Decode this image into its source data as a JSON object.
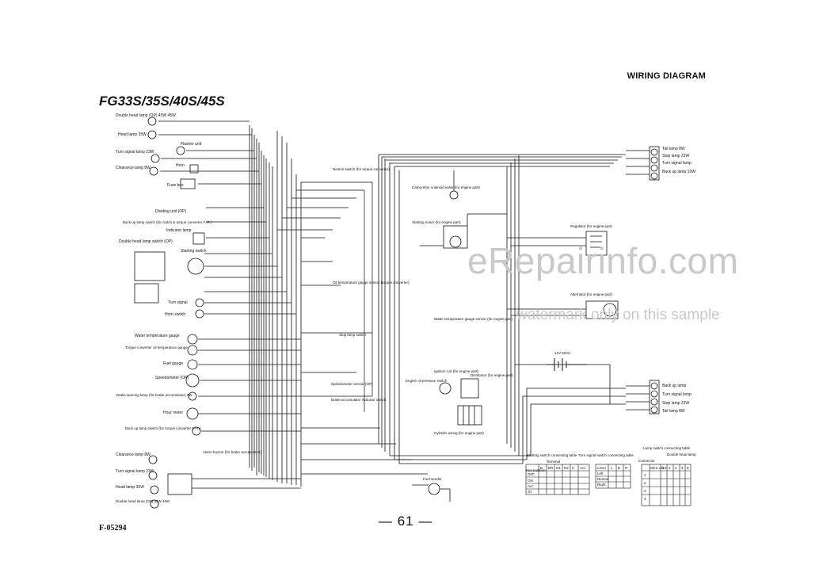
{
  "header": {
    "section_title": "WIRING DIAGRAM",
    "model_title": "FG33S/35S/40S/45S"
  },
  "footer": {
    "page_number": "— 61 —",
    "doc_code": "F-05294"
  },
  "watermark": {
    "main": "eRepairinfo.com",
    "sub": "watermark only on this sample"
  },
  "labels": {
    "double_head_lamp_top": "Double head lamp (OP) 45W 45W",
    "head_lamp_top": "Head lamp 35W",
    "flasher_unit": "Flasher unit",
    "turn_signal_lamp_top": "Turn signal lamp 23W",
    "clearance_lamp_top": "Clearance lamp 8W",
    "horn": "Horn",
    "fuse_box": "Fuse box",
    "dividing_unit": "Dividing unit (OP)",
    "back_up_lamp_switch_top": "Back up lamp switch (for clutch & torque converter F.-R.)",
    "indicator_lamp": "Indicator lamp",
    "double_head_lamp_switch": "Double head lamp switch (OP)",
    "starting_switch": "Starting switch",
    "turn_signal": "Turn signal",
    "horn_switch": "Horn switch",
    "water_temp_gauge": "Water temperature gauge",
    "torque_converter_oil_temp_gauge": "Torque converter oil temperature gauge",
    "fuel_gauge": "Fuel gauge",
    "speedometer": "Speedometer (OP)",
    "brake_warning_lamp": "Brake warning lamp (for brake accumulator) 3W",
    "hour_meter": "Hour meter",
    "back_up_lamp_switch_bottom": "Back up lamp switch (for torque converter F.-R.)",
    "alarm_buzzer": "Alarm buzzer (for brake accumulator)",
    "clearance_lamp_bottom": "Clearance lamp 8W",
    "turn_signal_lamp_bottom": "Turn signal lamp 23W",
    "head_lamp_bottom": "Head lamp 35W",
    "double_head_lamp_bottom": "Double head lamp (OP) 45W 45W",
    "neutral_switch": "Neutral switch (for torque converter)",
    "carburettor_solenoid": "Carburettor solenoid valve (for engine part)",
    "starting_motor": "Starting motor (for engine part)",
    "oil_temp_gauge_sensor": "Oil temperature gauge sensor (torque converter)",
    "stop_lamp_switch": "Stop lamp switch",
    "water_temp_gauge_sensor": "Water temperature gauge sensor (for engine part)",
    "ignition_coil": "Ignition coil (for engine part)",
    "distributor": "Distributor (for engine part)",
    "engine_oil_pressure_switch": "Engine oil pressure switch",
    "speedometer_sensor": "Speedometer sensor (OP)",
    "brake_accumulator_indicator": "Brake accumulator indicator switch",
    "cylinder_wiring": "Cylinder wiring (for engine part)",
    "fuel_sender": "Fuel sender",
    "tail_lamp_top": "Tail lamp 8W",
    "stop_lamp_top": "Stop lamp 23W",
    "turn_signal_lamp_rear_top": "Turn signal lamp",
    "back_up_lamp_top": "Back up lamp 10W",
    "regulator": "Regulator (for engine part)",
    "alternator": "Alternator (for engine part)",
    "battery": "12V 60AH",
    "back_up_lamp_bottom": "Back up lamp",
    "turn_signal_lamp_rear_bottom": "Turn signal lamp",
    "stop_lamp_bottom": "Stop lamp 23W",
    "tail_lamp_bottom": "Tail lamp 8W"
  },
  "tables": {
    "starting_switch_table_title": "Starting switch connecting table",
    "turn_signal_table_title": "Turn signal switch connecting table",
    "lamp_switch_table_title": "Lamp switch connecting table",
    "double_head_lamp_caption": "Double head lamp",
    "connector_caption": "Connector",
    "terminal_label": "Terminal",
    "key_position": "Key position",
    "starting_headers": [
      "B",
      "BR",
      "R1",
      "R2",
      "C",
      "Acc"
    ],
    "starting_rows": [
      "OFF",
      "ON",
      "Acc",
      "ST"
    ],
    "turn_headers": [
      "Lever",
      "L",
      "B",
      "R"
    ],
    "turn_rows": [
      "Left",
      "Neutral",
      "Right"
    ],
    "lamp_headers": [
      "Wire color",
      "1",
      "2",
      "3",
      "4",
      "5"
    ],
    "lamp_rows": [
      "1",
      "2",
      "3",
      "4"
    ]
  }
}
